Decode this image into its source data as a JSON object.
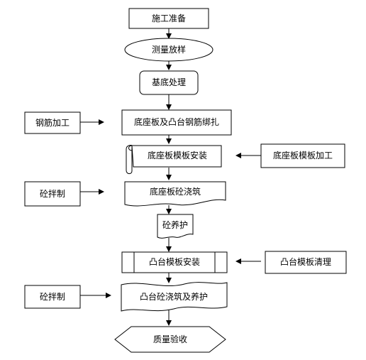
{
  "flow": {
    "main_steps": [
      {
        "label": "施工准备"
      },
      {
        "label": "测量放样"
      },
      {
        "label": "基底处理"
      },
      {
        "label": "底座板及凸台钢筋绑扎"
      },
      {
        "label": "底座板模板安装"
      },
      {
        "label": "底座板砼浇筑"
      },
      {
        "label": "砼养护"
      },
      {
        "label": "凸台模板安装"
      },
      {
        "label": "凸台砼浇筑及养护"
      },
      {
        "label": "质量验收"
      }
    ],
    "side_inputs": [
      {
        "label": "钢筋加工"
      },
      {
        "label": "底座板模板加工"
      },
      {
        "label": "砼拌制"
      },
      {
        "label": "凸台模板清理"
      },
      {
        "label": "砼拌制"
      }
    ]
  }
}
